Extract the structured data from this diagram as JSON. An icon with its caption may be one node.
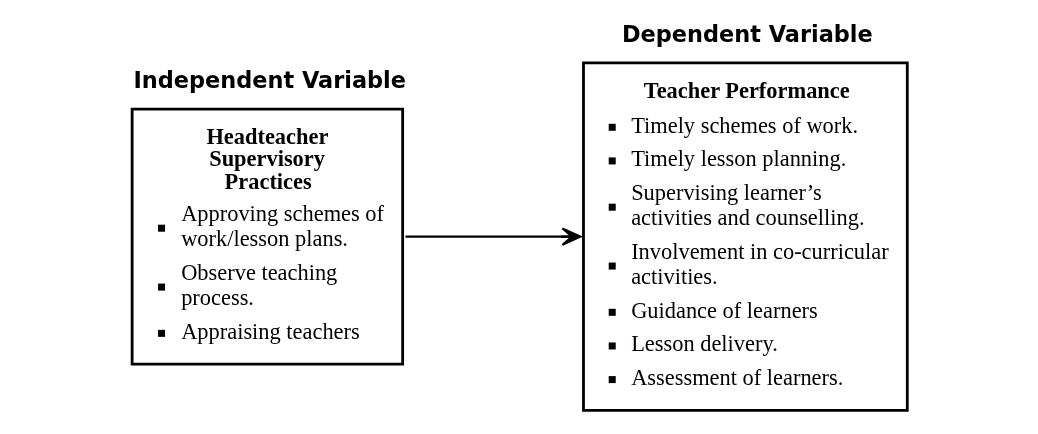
{
  "diagram": {
    "nodes": [
      {
        "text": [
          "Independent Variable",
          "Headteacher Supervisory Practices",
          "Approving schemes of work/lesson plans.",
          "Observe teaching process.",
          "Appraising teachers"
        ]
      },
      {
        "text": [
          "Dependent Variable",
          "Teacher Performance",
          "Timely schemes of work.",
          "Timely lesson planning.",
          "Supervising learner’s activities and counselling.",
          "Involvement in co-curricular activities.",
          "Guidance of learners",
          "Lesson delivery.",
          "Assessment of learners."
        ]
      }
    ],
    "edges": [
      {
        "from": 0,
        "to": 1,
        "arrow": "to"
      }
    ]
  }
}
